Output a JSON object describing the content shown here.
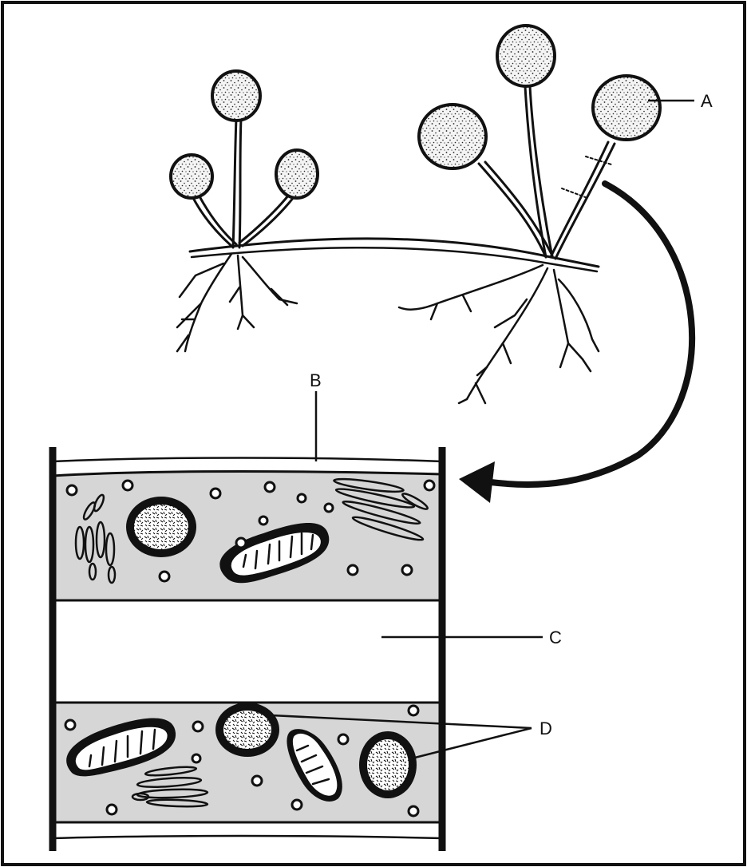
{
  "diagram": {
    "labels": {
      "a": "A",
      "b": "B",
      "c": "C",
      "d": "D"
    },
    "colors": {
      "ink": "#111111",
      "cytoplasm": "#d6d6d6",
      "background": "#ffffff"
    },
    "parts": [
      "sporangium-icon",
      "stolon-icon",
      "rhizoid-icon",
      "curved-arrow-icon",
      "hypha-cross-section-icon",
      "nucleus-icon",
      "mitochondrion-icon",
      "golgi-icon",
      "vesicle-icon"
    ]
  }
}
